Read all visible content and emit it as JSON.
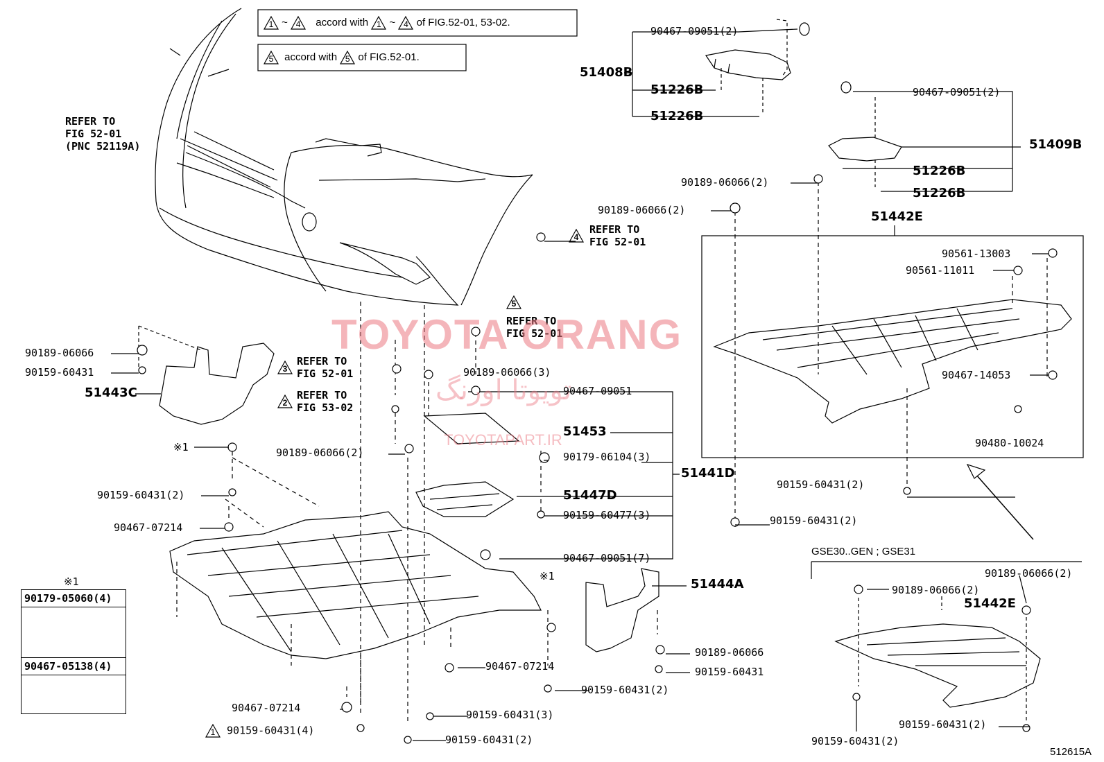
{
  "notes": {
    "note1_a": "1",
    "note1_b": "4",
    "note1_text": "accord with",
    "note1_c": "1",
    "note1_d": "4",
    "note1_tail": "of FIG.52-01, 53-02.",
    "note2_a": "5",
    "note2_text": "accord with",
    "note2_b": "5",
    "note2_tail": "of FIG.52-01."
  },
  "refs": {
    "bumper": [
      "REFER TO",
      "FIG 52-01",
      "(PNC 52119A)"
    ],
    "ref4": {
      "num": "4",
      "line1": "REFER TO",
      "line2": "FIG 52-01"
    },
    "ref5": {
      "num": "5",
      "line1": "REFER TO",
      "line2": "FIG 52-01"
    },
    "ref3": {
      "num": "3",
      "line1": "REFER TO",
      "line2": "FIG 52-01"
    },
    "ref2": {
      "num": "2",
      "line1": "REFER TO",
      "line2": "FIG 53-02"
    }
  },
  "parts": {
    "p_90467_09051_top": "90467-09051(2)",
    "p_51408B": "51408B",
    "p_51226B_a": "51226B",
    "p_51226B_b": "51226B",
    "p_90467_09051_r": "90467-09051(2)",
    "p_51409B": "51409B",
    "p_51226B_c": "51226B",
    "p_51226B_d": "51226B",
    "p_90189_06066_a": "90189-06066(2)",
    "p_90189_06066_b": "90189-06066(2)",
    "p_51442E": "51442E",
    "p_90561_13003": "90561-13003",
    "p_90561_11011": "90561-11011",
    "p_90467_14053": "90467-14053",
    "p_90480_10024": "90480-10024",
    "p_90159_60431_r1": "90159-60431(2)",
    "p_90159_60431_r2": "90159-60431(2)",
    "p_90189_06066_l": "90189-06066",
    "p_90159_60431_l": "90159-60431",
    "p_51443C": "51443C",
    "p_x1_a": "※1",
    "p_90159_60431_l2": "90159-60431(2)",
    "p_90467_07214_a": "90467-07214",
    "p_90189_06066_3": "90189-06066(3)",
    "p_90467_09051_m": "90467-09051",
    "p_51453": "51453",
    "p_90179_06104": "90179-06104(3)",
    "p_51441D": "51441D",
    "p_90189_06066_m2": "90189-06066(2)",
    "p_51447D": "51447D",
    "p_90159_60477": "90159-60477(3)",
    "p_90467_09051_7": "90467-09051(7)",
    "p_x1_b": "※1",
    "p_51444A": "51444A",
    "p_90189_06066_s": "90189-06066",
    "p_90159_60431_s": "90159-60431",
    "p_90467_07214_b": "90467-07214",
    "p_90159_60431_b2": "90159-60431(2)",
    "p_90159_60431_b3": "90159-60431(3)",
    "p_90467_07214_c": "90467-07214",
    "p_90159_60431_4": "90159-60431(4)",
    "p_90159_60431_b4": "90159-60431(2)",
    "p_tri1": "1"
  },
  "legend": {
    "title": "※1",
    "row1": "90179-05060(4)",
    "row2": "90467-05138(4)"
  },
  "inset": {
    "title": "GSE30..GEN ; GSE31",
    "p_90189_a": "90189-06066(2)",
    "p_90189_b": "90189-06066(2)",
    "p_51442E": "51442E",
    "p_90159_a": "90159-60431(2)",
    "p_90159_b": "90159-60431(2)"
  },
  "watermark": {
    "line1": "TOYOTA ORANG",
    "line2": "تویوتا اورنگ",
    "line3": "TOYOTAPART.IR"
  },
  "figure_id": "512615A"
}
